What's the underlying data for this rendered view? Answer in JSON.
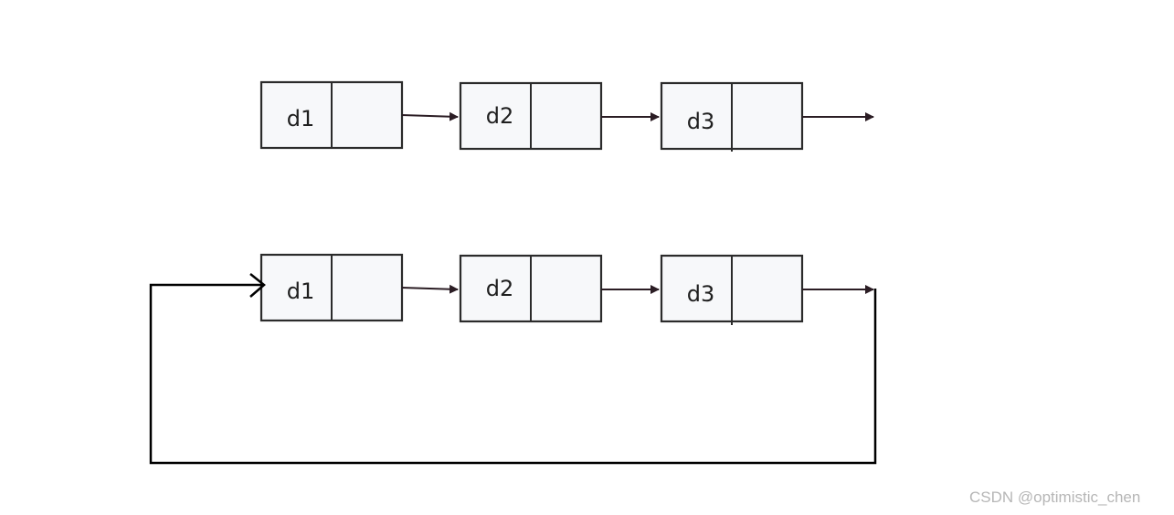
{
  "rows": [
    {
      "kind": "singly-linked",
      "nodes": [
        {
          "label": "d1"
        },
        {
          "label": "d2"
        },
        {
          "label": "d3"
        }
      ]
    },
    {
      "kind": "circular",
      "nodes": [
        {
          "label": "d1"
        },
        {
          "label": "d2"
        },
        {
          "label": "d3"
        }
      ]
    }
  ],
  "colors": {
    "node_fill": "#f7f8fa",
    "stroke": "#2b2b2b",
    "arrow": "#2b1d24",
    "loop_line": "#000000",
    "watermark": "#b6b6b6"
  },
  "watermark": "CSDN @optimistic_chen"
}
